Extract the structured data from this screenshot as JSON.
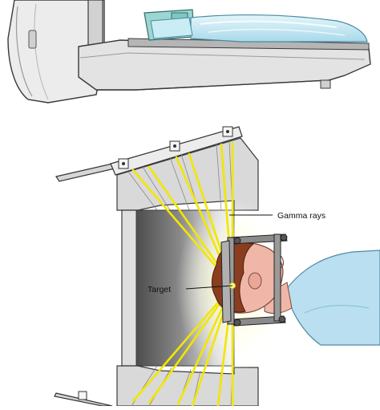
{
  "labels": {
    "gamma_rays": "Gamma rays",
    "target": "Target"
  },
  "colors": {
    "ray_yellow": "#f2e600",
    "ray_glow": "#ffffb0",
    "gray_chamber": "#6e6e6e",
    "housing_gray": "#d9d9d9",
    "housing_outline": "#3a3a3a",
    "pad_blue": "#bfe6f1",
    "frame_teal": "#7fc7c2",
    "hair_brown": "#8a3d1f",
    "skin": "#f0b7a8",
    "gown_blue": "#b9dff0"
  },
  "icons": [
    "gamma-knife-unit-illustration",
    "collimator-helmet-illustration",
    "stereotactic-frame-illustration",
    "patient-head-illustration"
  ]
}
